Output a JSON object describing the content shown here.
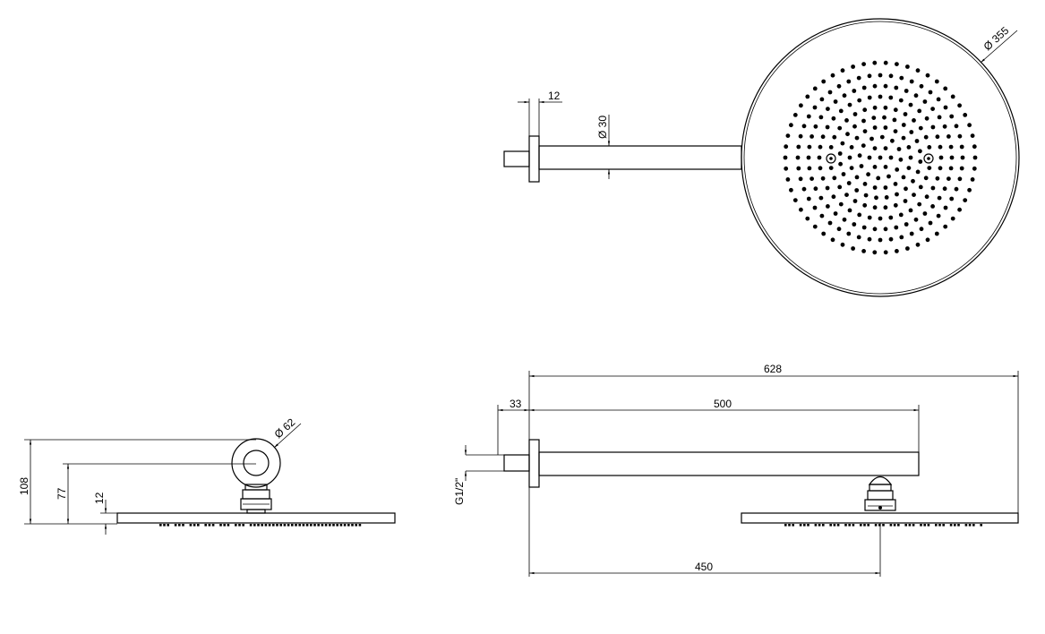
{
  "dimensions": {
    "top_flange": "12",
    "arm_diameter": "Ø 30",
    "head_diameter": "Ø 355",
    "side_height_total": "108",
    "side_height_arm": "77",
    "side_head_thickness": "12",
    "side_flange_diameter": "Ø 62",
    "overall_length": "628",
    "wall_depth": "33",
    "arm_length": "500",
    "thread": "G1/2\"",
    "head_center_offset": "450"
  }
}
